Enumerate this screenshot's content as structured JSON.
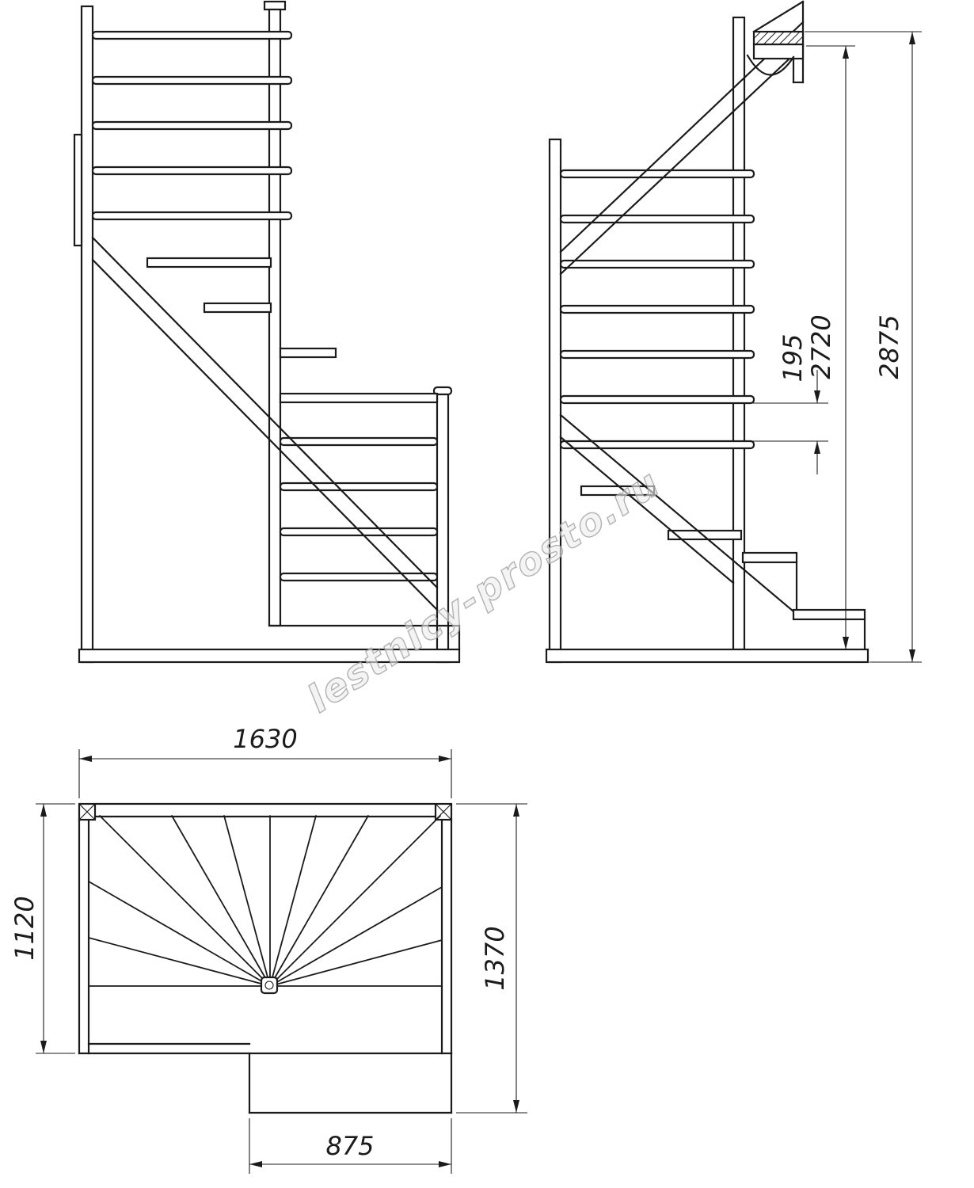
{
  "page": {
    "background": "#ffffff",
    "line_color": "#1b1b1b"
  },
  "watermark": {
    "text": "lestnicy-prosto.ru"
  },
  "dimensions": {
    "baluster_gap": "195",
    "floor_height": "2720",
    "total_height": "2875",
    "overall_width": "1630",
    "left_depth": "1120",
    "right_depth": "1370",
    "entry_width": "875"
  }
}
